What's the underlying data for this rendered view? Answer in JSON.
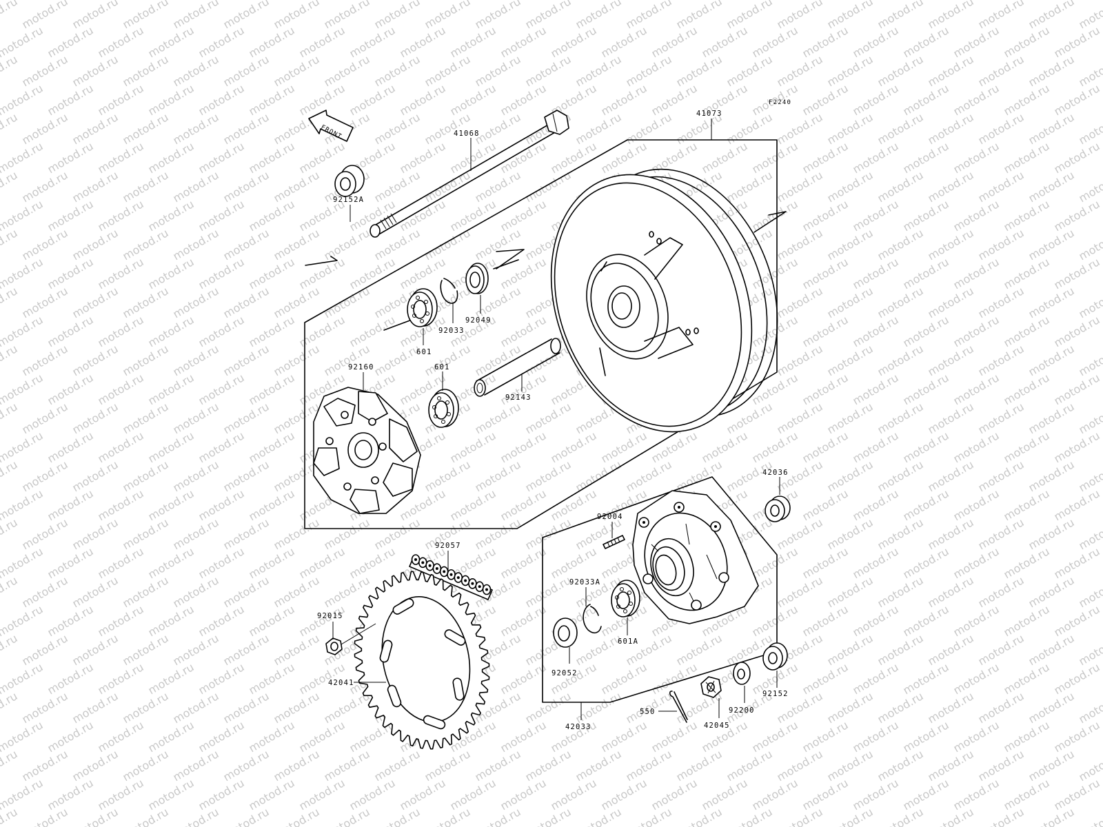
{
  "diagram": {
    "code": "F2240",
    "front_arrow": "FRONT",
    "watermark_text": "motod.ru",
    "parts": {
      "p41068": "41068",
      "p41073": "41073",
      "p92152A": "92152A",
      "p92033": "92033",
      "p92049": "92049",
      "p601_top": "601",
      "p92160": "92160",
      "p601_mid": "601",
      "p92143": "92143",
      "p42036": "42036",
      "p92004": "92004",
      "p92057": "92057",
      "p92033A": "92033A",
      "p92015": "92015",
      "p601A": "601A",
      "p92052": "92052",
      "p42041": "42041",
      "p92152": "92152",
      "p92200": "92200",
      "p550": "550",
      "p42045": "42045",
      "p42033": "42033"
    }
  }
}
